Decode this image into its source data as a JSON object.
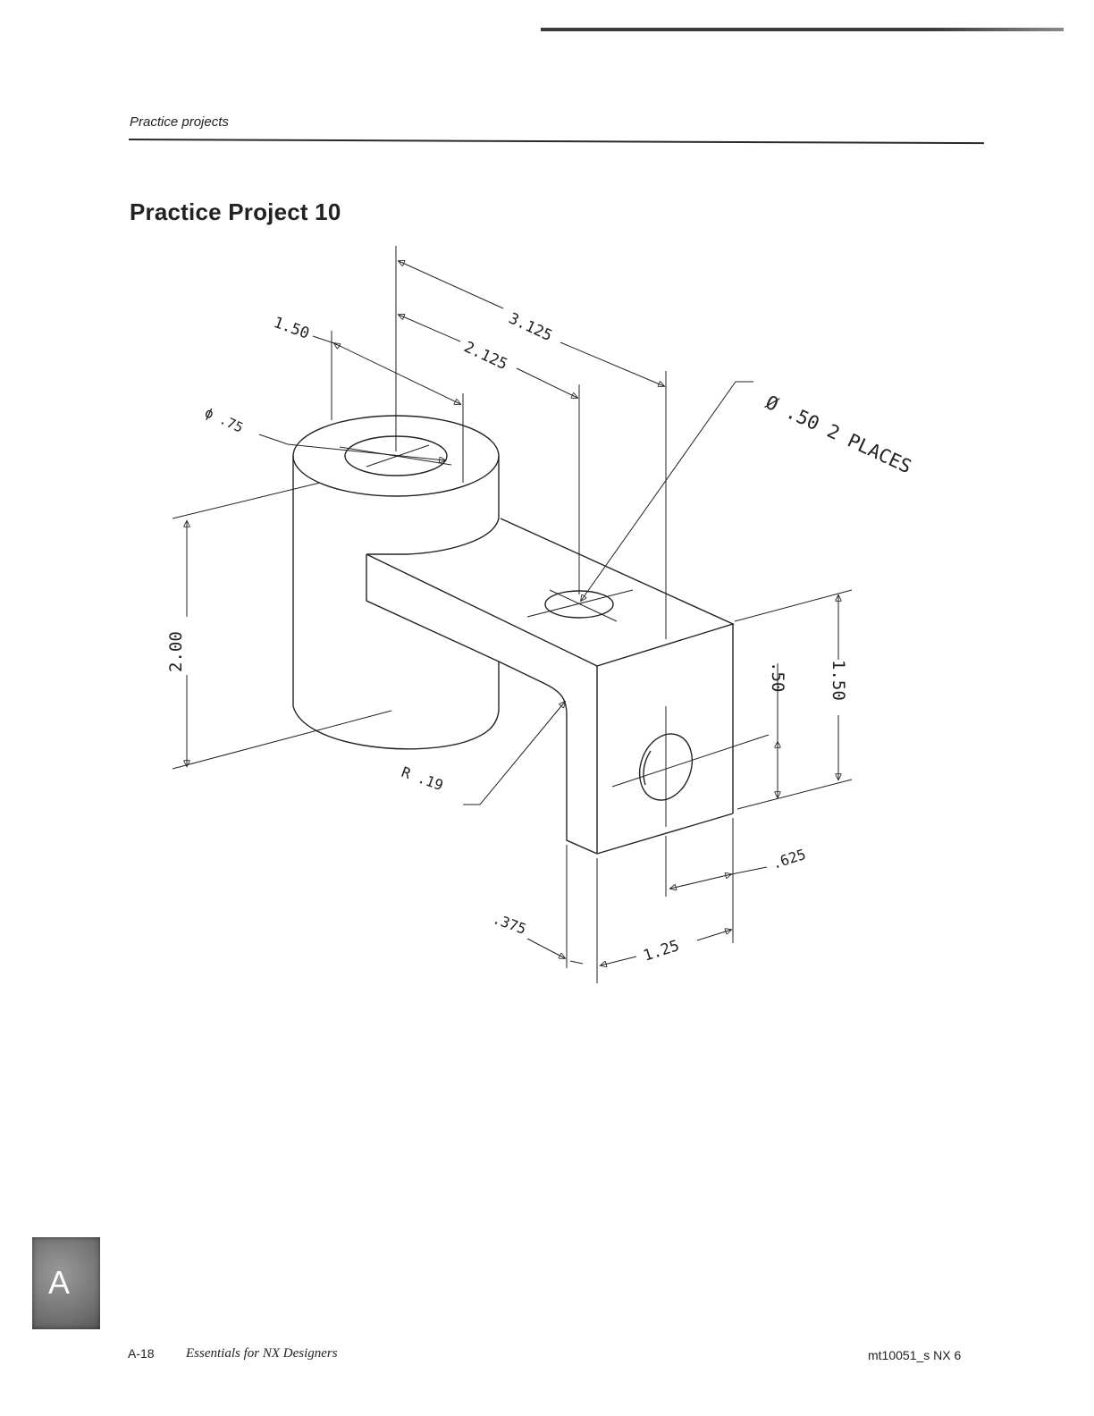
{
  "header": {
    "section": "Practice projects"
  },
  "title": "Practice Project 10",
  "drawing": {
    "dims": {
      "d3125": "3.125",
      "d2125": "2.125",
      "d150_top": "1.50",
      "dia75": "ϕ .75",
      "hole_note": "Ø .50 2 PLACES",
      "d200": "2.00",
      "d050": ".50",
      "d150_right": "1.50",
      "radius": "R .19",
      "d0625": ".625",
      "d0375": ".375",
      "d125": "1.25"
    }
  },
  "appendix": {
    "letter": "A"
  },
  "footer": {
    "page": "A-18",
    "book": "Essentials for NX Designers",
    "code": "mt10051_s  NX 6"
  }
}
